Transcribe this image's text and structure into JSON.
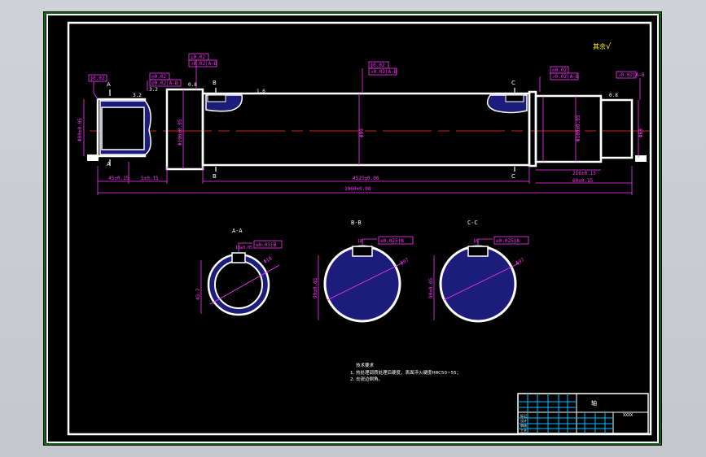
{
  "drawing": {
    "roughness_note": "其余",
    "roughness_symbol": "√",
    "section_labels": {
      "a_top": "A",
      "a_bot": "A",
      "b_top": "B",
      "b_bot": "B",
      "c_top": "C",
      "c_bot": "C"
    },
    "section_titles": {
      "aa": "A-A",
      "bb": "B-B",
      "cc": "C-C"
    },
    "tolerances": {
      "t1": "∥0.02",
      "t2": "◎0.02",
      "t3": "⌀0.02|A-B",
      "t4": "↗0.02|A-B",
      "t5": "↗0.02|A-B",
      "t6": "↗0.02|A-B",
      "t7": "↗0.02|A-B",
      "t8": "⊥0.02",
      "t9": "↗0.02|A-B",
      "sec_a": "≡0.03|B",
      "sec_b": "≡0.025|B",
      "sec_c": "≡0.025|B"
    },
    "dims": {
      "d_overall": "1960±0.08",
      "d_mid": "4525±0.06",
      "d_left1": "45±0.15",
      "d_left2": "5±0.15",
      "d_right1": "216±0.15",
      "d_right2": "60±0.15",
      "d_diam_left": "Φ80±0.05",
      "d_diam_mid": "Φ99",
      "d_diam_bearing": "Φ100±0.05",
      "d_diam_right": "Φ60",
      "d_sec_a": "Φ18",
      "d_sec_b": "Φ97",
      "d_sec_c": "Φ97",
      "d_sec_a_w": "10±0.05",
      "d_sec_b_w": "16",
      "d_sec_c_w": "16",
      "d_sec_b_h": "90±0.05",
      "d_sec_c_h": "90±0.05",
      "d_sec_a_h": "43.7",
      "rough_1": "3.2",
      "rough_2": "1.6",
      "rough_3": "0.8",
      "rough_4": "0.8",
      "rough_5": "3.2"
    },
    "notes": {
      "title": "技术要求",
      "line1": "1. 热处理调质处理后硬度，表面淬火硬度HRC50~55；",
      "line2": "2. 去锐边倒角。"
    },
    "title_block": {
      "name": "轴",
      "code": "XXXX",
      "rows": [
        "标记",
        "设计",
        "审核",
        "工艺"
      ]
    }
  }
}
